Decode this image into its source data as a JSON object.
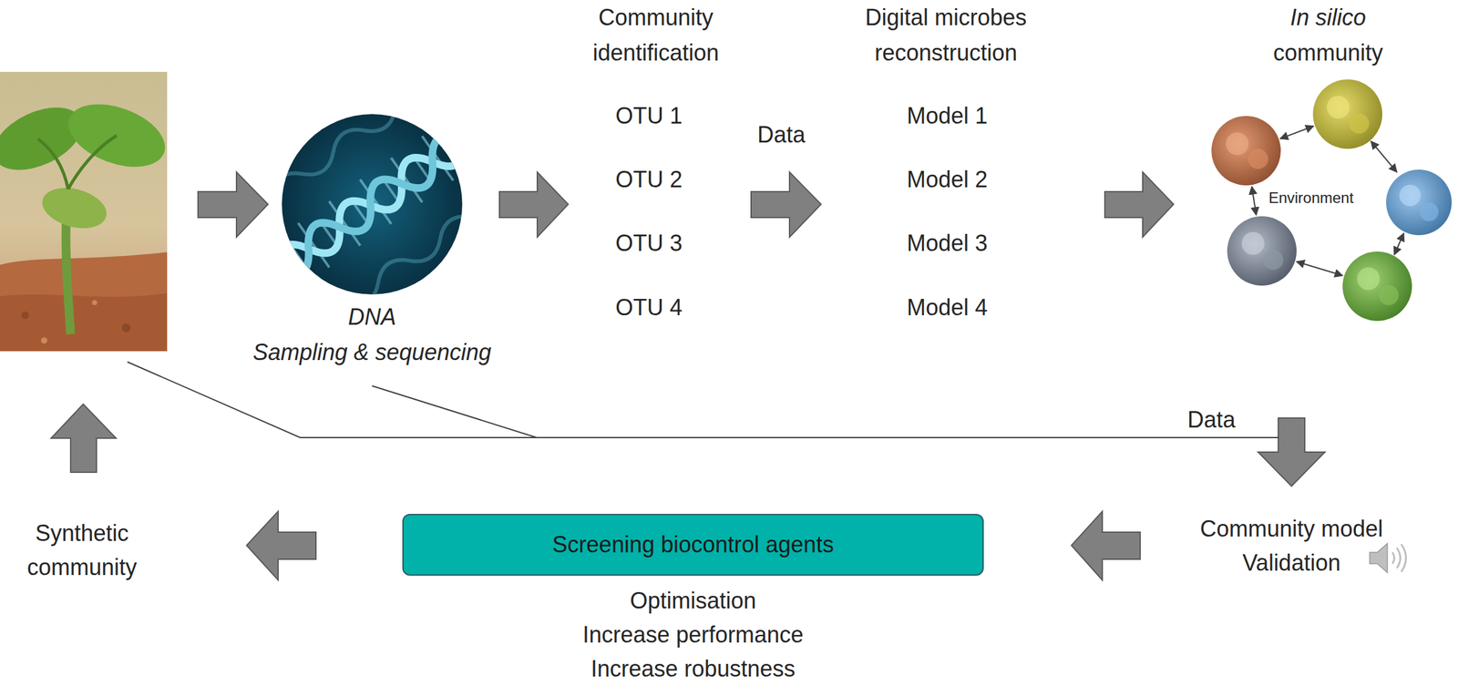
{
  "diagram": {
    "nodes": [
      {
        "text": [
          "DNA",
          "Sampling & sequencing"
        ]
      },
      {
        "text": [
          "Screening biocontrol agents",
          "Optimisation",
          "Increase performance",
          "Increase robustness"
        ]
      }
    ],
    "labels": [
      "Community identification",
      "OTU 1",
      "OTU 2",
      "OTU 3",
      "OTU 4",
      "Data",
      "Digital microbes reconstruction",
      "Model 1",
      "Model 2",
      "Model 3",
      "Model 4",
      "In silico community",
      "Environment",
      "Data",
      "Community model Validation",
      "Synthetic community"
    ]
  }
}
